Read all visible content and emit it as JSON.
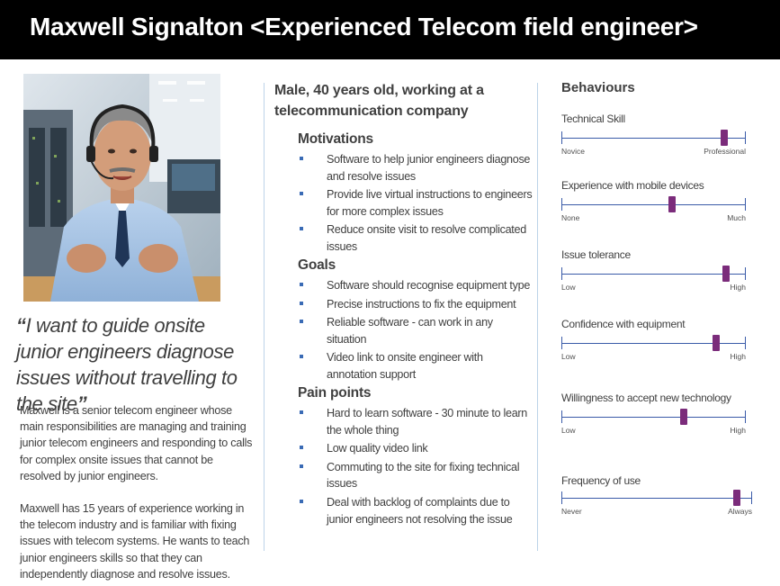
{
  "title": "Maxwell Signalton <Experienced Telecom field engineer>",
  "quote": {
    "open": "“",
    "text": "I want to guide onsite junior engineers diagnose issues without travelling to the site",
    "close": "”"
  },
  "bio": [
    "Maxwell is a senior telecom engineer whose main responsibilities are managing and training junior telecom engineers and responding to calls for complex onsite issues that cannot be resolved by junior engineers.",
    "Maxwell has 15 years of experience working in the telecom industry and is familiar with fixing issues with telecom systems. He wants to teach junior engineers skills so that they can independently diagnose and resolve issues."
  ],
  "demographics": "Male, 40 years old, working at a telecommunication company",
  "motivations": {
    "heading": "Motivations",
    "items": [
      "Software to help junior engineers diagnose and resolve issues",
      "Provide live virtual instructions to engineers for more complex issues",
      "Reduce onsite visit to resolve complicated issues"
    ]
  },
  "goals": {
    "heading": "Goals",
    "items": [
      "Software should recognise equipment type",
      "Precise instructions to fix the equipment",
      "Reliable software - can work in any situation",
      "Video link to onsite engineer with annotation support"
    ]
  },
  "pain_points": {
    "heading": "Pain points",
    "items": [
      "Hard to learn software - 30 minute to learn the whole thing",
      "Low quality video link",
      "Commuting to the site for fixing technical issues",
      "Deal with backlog of complaints due to junior engineers not resolving the issue"
    ]
  },
  "behaviours": {
    "heading": "Behaviours",
    "accent_color": "#7b2c7b",
    "line_color": "#3a5ba8",
    "scales": [
      {
        "label": "Technical Skill",
        "low": "Novice",
        "high": "Professional",
        "value": 0.88
      },
      {
        "label": "Experience with mobile devices",
        "low": "None",
        "high": "Much",
        "value": 0.6
      },
      {
        "label": "Issue tolerance",
        "low": "Low",
        "high": "High",
        "value": 0.89
      },
      {
        "label": "Confidence with equipment",
        "low": "Low",
        "high": "High",
        "value": 0.84
      },
      {
        "label": "Willingness to accept new technology",
        "low": "Low",
        "high": "High",
        "value": 0.66
      },
      {
        "label": "Frequency of use",
        "low": "Never",
        "high": "Always",
        "value": 0.92
      }
    ]
  }
}
